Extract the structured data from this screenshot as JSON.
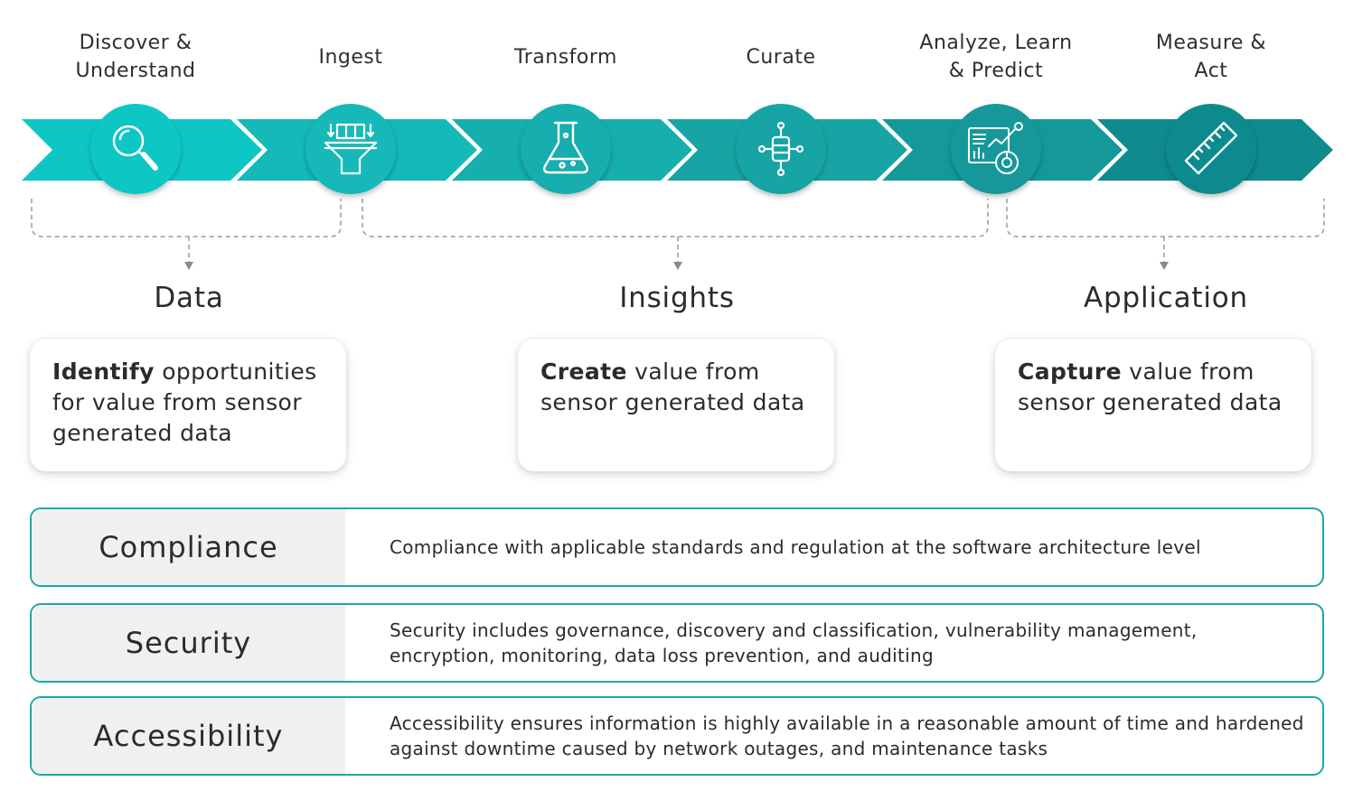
{
  "stages": [
    {
      "label_line1": "Discover &",
      "label_line2": "Understand",
      "icon": "magnifier-icon",
      "color": "#0ec7c5"
    },
    {
      "label_line1": "Ingest",
      "label_line2": "",
      "icon": "funnel-icon",
      "color": "#14b9b8"
    },
    {
      "label_line1": "Transform",
      "label_line2": "",
      "icon": "flask-icon",
      "color": "#17aeae"
    },
    {
      "label_line1": "Curate",
      "label_line2": "",
      "icon": "network-icon",
      "color": "#18a4a4"
    },
    {
      "label_line1": "Analyze, Learn",
      "label_line2": "& Predict",
      "icon": "analytics-icon",
      "color": "#14989a"
    },
    {
      "label_line1": "Measure &",
      "label_line2": "Act",
      "icon": "ruler-icon",
      "color": "#0f8a8d"
    }
  ],
  "groups": [
    {
      "title": "Data",
      "bold": "Identify",
      "rest": " opportunities for value from sensor generated data"
    },
    {
      "title": "Insights",
      "bold": "Create",
      "rest": " value from sensor generated data"
    },
    {
      "title": "Application",
      "bold": "Capture",
      "rest": " value from sensor generated data"
    }
  ],
  "rows": [
    {
      "title": "Compliance",
      "text": "Compliance with applicable standards and regulation at the software architecture level"
    },
    {
      "title": "Security",
      "text": "Security includes governance, discovery and classification, vulnerability management, encryption, monitoring, data loss prevention, and auditing"
    },
    {
      "title": "Accessibility",
      "text": "Accessibility ensures information is highly available in a reasonable amount of time and hardened against downtime caused by network outages, and maintenance tasks"
    }
  ],
  "colors": {
    "accent": "#1aa8a8",
    "bracket": "#9a9a9a",
    "row_head_bg": "#f0f0f0"
  }
}
